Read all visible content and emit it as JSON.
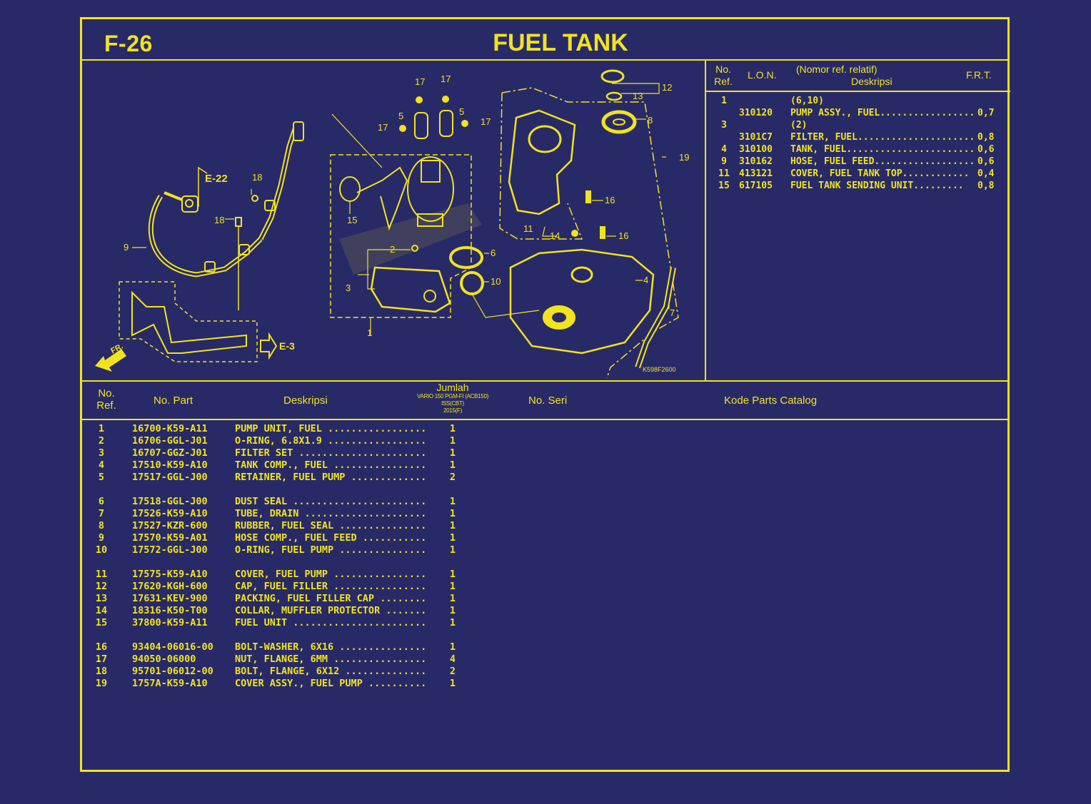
{
  "header": {
    "page_code": "F-26",
    "title": "FUEL TANK"
  },
  "frt_table": {
    "headers": {
      "no_ref_line1": "No.",
      "no_ref_line2": "Ref.",
      "lon": "L.O.N.",
      "desc_line1": "(Nomor ref. relatif)",
      "desc_line2": "Deskripsi",
      "frt": "F.R.T."
    },
    "rows": [
      {
        "ref": "1",
        "lon": "",
        "desc": "(6,10)",
        "frt": ""
      },
      {
        "ref": "",
        "lon": "310120",
        "desc": "PUMP ASSY., FUEL.................",
        "frt": "0,7"
      },
      {
        "ref": "3",
        "lon": "",
        "desc": "(2)",
        "frt": ""
      },
      {
        "ref": "",
        "lon": "3101C7",
        "desc": "FILTER, FUEL.....................",
        "frt": "0,8"
      },
      {
        "ref": "4",
        "lon": "310100",
        "desc": "TANK, FUEL.......................",
        "frt": "0,6"
      },
      {
        "ref": "9",
        "lon": "310162",
        "desc": "HOSE, FUEL FEED..................",
        "frt": "0,6"
      },
      {
        "ref": "11",
        "lon": "413121",
        "desc": "COVER, FUEL TANK TOP............",
        "frt": "0,4"
      },
      {
        "ref": "15",
        "lon": "617105",
        "desc": "FUEL TANK SENDING UNIT.........",
        "frt": "0,8"
      }
    ]
  },
  "diagram": {
    "code": "K598F2600",
    "refs": {
      "e22": "E-22",
      "e3": "E-3",
      "fr": "FR."
    },
    "callouts": [
      "1",
      "2",
      "3",
      "4",
      "5",
      "5",
      "6",
      "7",
      "8",
      "9",
      "10",
      "11",
      "12",
      "13",
      "14",
      "15",
      "16",
      "16",
      "17",
      "17",
      "17",
      "17",
      "18",
      "18",
      "19"
    ]
  },
  "parts_list": {
    "headers": {
      "no_ref_line1": "No.",
      "no_ref_line2": "Ref.",
      "part_no": "No. Part",
      "desc": "Deskripsi",
      "qty_title": "Jumlah",
      "qty_model": "VARIO 150 PGM-FI (ACB150)",
      "qty_variant": "ISS(CBT)",
      "qty_year": "2015(F)",
      "serial": "No. Seri",
      "catalog": "Kode Parts Catalog"
    },
    "groups": [
      [
        {
          "ref": "1",
          "part": "16700-K59-A11",
          "desc": "PUMP UNIT, FUEL .................",
          "qty": "1"
        },
        {
          "ref": "2",
          "part": "16706-GGL-J01",
          "desc": "O-RING, 6.8X1.9 .................",
          "qty": "1"
        },
        {
          "ref": "3",
          "part": "16707-GGZ-J01",
          "desc": "FILTER SET ......................",
          "qty": "1"
        },
        {
          "ref": "4",
          "part": "17510-K59-A10",
          "desc": "TANK COMP., FUEL ................",
          "qty": "1"
        },
        {
          "ref": "5",
          "part": "17517-GGL-J00",
          "desc": "RETAINER, FUEL PUMP .............",
          "qty": "2"
        }
      ],
      [
        {
          "ref": "6",
          "part": "17518-GGL-J00",
          "desc": "DUST SEAL .......................",
          "qty": "1"
        },
        {
          "ref": "7",
          "part": "17526-K59-A10",
          "desc": "TUBE, DRAIN .....................",
          "qty": "1"
        },
        {
          "ref": "8",
          "part": "17527-KZR-600",
          "desc": "RUBBER, FUEL SEAL ...............",
          "qty": "1"
        },
        {
          "ref": "9",
          "part": "17570-K59-A01",
          "desc": "HOSE COMP., FUEL FEED ...........",
          "qty": "1"
        },
        {
          "ref": "10",
          "part": "17572-GGL-J00",
          "desc": "O-RING, FUEL PUMP ...............",
          "qty": "1"
        }
      ],
      [
        {
          "ref": "11",
          "part": "17575-K59-A10",
          "desc": "COVER, FUEL PUMP ................",
          "qty": "1"
        },
        {
          "ref": "12",
          "part": "17620-KGH-600",
          "desc": "CAP, FUEL FILLER ................",
          "qty": "1"
        },
        {
          "ref": "13",
          "part": "17631-KEV-900",
          "desc": "PACKING, FUEL FILLER CAP ........",
          "qty": "1"
        },
        {
          "ref": "14",
          "part": "18316-K50-T00",
          "desc": "COLLAR, MUFFLER PROTECTOR .......",
          "qty": "1"
        },
        {
          "ref": "15",
          "part": "37800-K59-A11",
          "desc": "FUEL UNIT .......................",
          "qty": "1"
        }
      ],
      [
        {
          "ref": "16",
          "part": "93404-06016-00",
          "desc": "BOLT-WASHER, 6X16 ...............",
          "qty": "1"
        },
        {
          "ref": "17",
          "part": "94050-06000",
          "desc": "NUT, FLANGE, 6MM ................",
          "qty": "4"
        },
        {
          "ref": "18",
          "part": "95701-06012-00",
          "desc": "BOLT, FLANGE, 6X12 ..............",
          "qty": "2"
        },
        {
          "ref": "19",
          "part": "1757A-K59-A10",
          "desc": "COVER ASSY., FUEL PUMP ..........",
          "qty": "1"
        }
      ]
    ]
  },
  "colors": {
    "background": "#282a68",
    "accent": "#f2e31c"
  }
}
